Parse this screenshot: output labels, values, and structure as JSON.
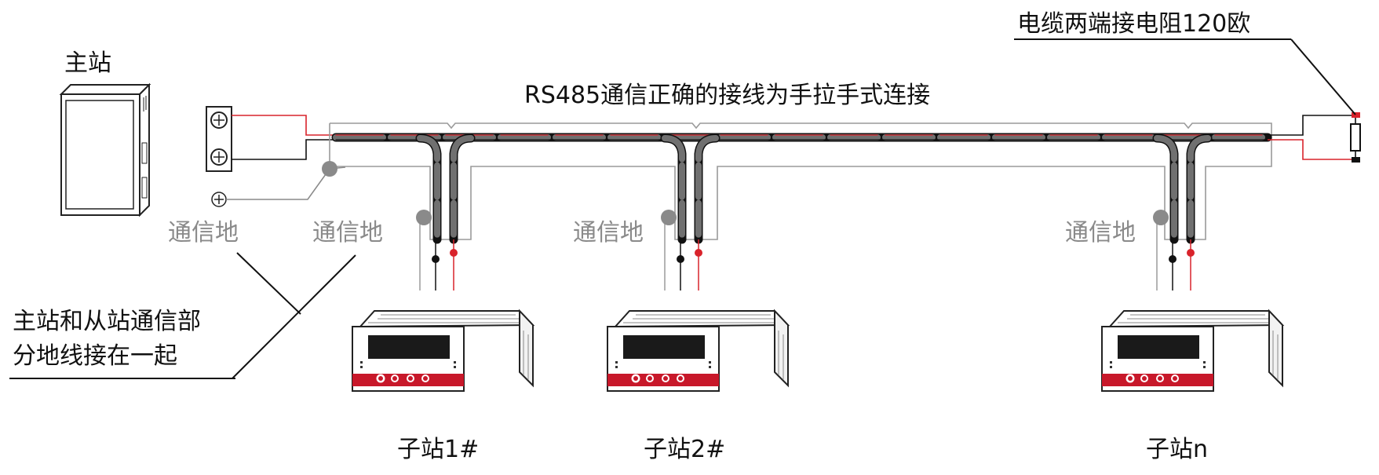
{
  "master": {
    "label": "主站"
  },
  "diagram_title": "RS485通信正确的接线为手拉手式连接",
  "resistor_note": "电缆两端接电阻120欧",
  "ground_labels": [
    "通信地",
    "通信地",
    "通信地",
    "通信地"
  ],
  "note": {
    "line1": "主站和从站通信部",
    "line2": "分地线接在一起"
  },
  "slaves": [
    {
      "label": "子站1#"
    },
    {
      "label": "子站2#"
    },
    {
      "label": "子站n"
    }
  ],
  "colors": {
    "signal_a": "#d9232b",
    "signal_b": "#111111",
    "cable": "#707070",
    "ground": "#8a8a8a",
    "device_accent": "#c8182a"
  }
}
